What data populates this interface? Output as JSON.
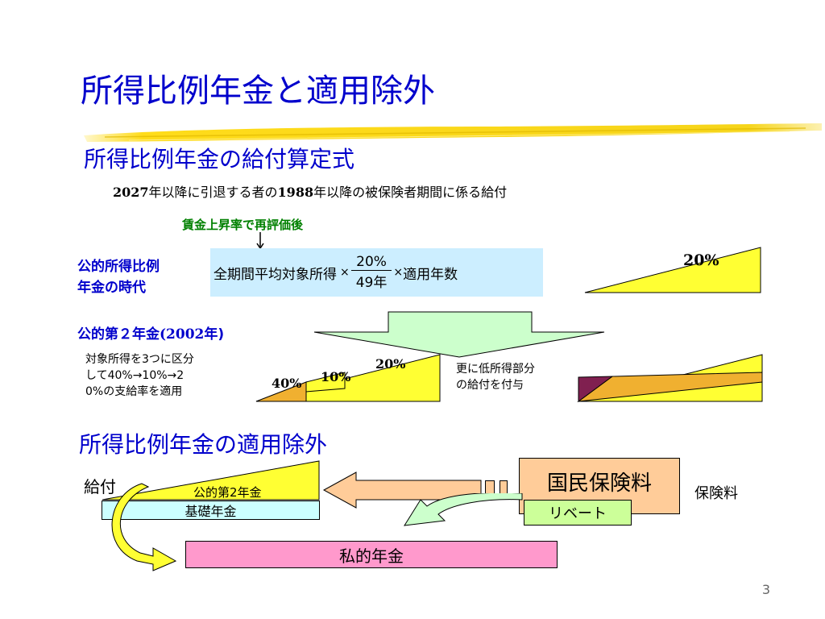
{
  "title": "所得比例年金と適用除外",
  "section1": {
    "heading": "所得比例年金の給付算定式",
    "subtitle_prefix": "2027",
    "subtitle_mid1": "年以降に引退する者の",
    "subtitle_year2": "1988",
    "subtitle_mid2": "年以降の被保険者期間に係る給付",
    "revaluation_note": "賃金上昇率で再評価後",
    "public_label_line1": "公的所得比例",
    "public_label_line2": "年金の時代",
    "formula": {
      "term1": "全期間平均対象所得",
      "times": "×",
      "numerator": "20%",
      "denominator": "49年",
      "term2": "適用年数"
    },
    "wedge_top_label": "20%",
    "second_pension_label_a": "公的第２年金",
    "second_pension_label_b": "(2002",
    "second_pension_label_c": "年)",
    "split_note_line1": "対象所得を3つに区分",
    "split_note_line2": "して40%→10%→2",
    "split_note_line3": "0%の支給率を適用",
    "tier_labels": [
      "40%",
      "10%",
      "20%"
    ],
    "extra_note_line1": "更に低所得部分",
    "extra_note_line2": "の給付を付与"
  },
  "section2": {
    "heading": "所得比例年金の適用除外",
    "benefit_label": "給付",
    "second_pension": "公的第2年金",
    "basic_pension": "基礎年金",
    "national_insurance": "国民保険料",
    "premium_label": "保険料",
    "rebate": "リベート",
    "private_pension": "私的年金"
  },
  "page_number": "3",
  "colors": {
    "title_blue": "#0000cc",
    "wedge_yellow": "#ffff33",
    "formula_bg": "#cceeff",
    "arrow_green": "#ccffcc",
    "orange": "#f0b030",
    "maroon": "#802050",
    "peach": "#ffcc99",
    "light_cyan": "#ccffff",
    "pink": "#ff99cc",
    "rebate_green": "#ccff99"
  }
}
